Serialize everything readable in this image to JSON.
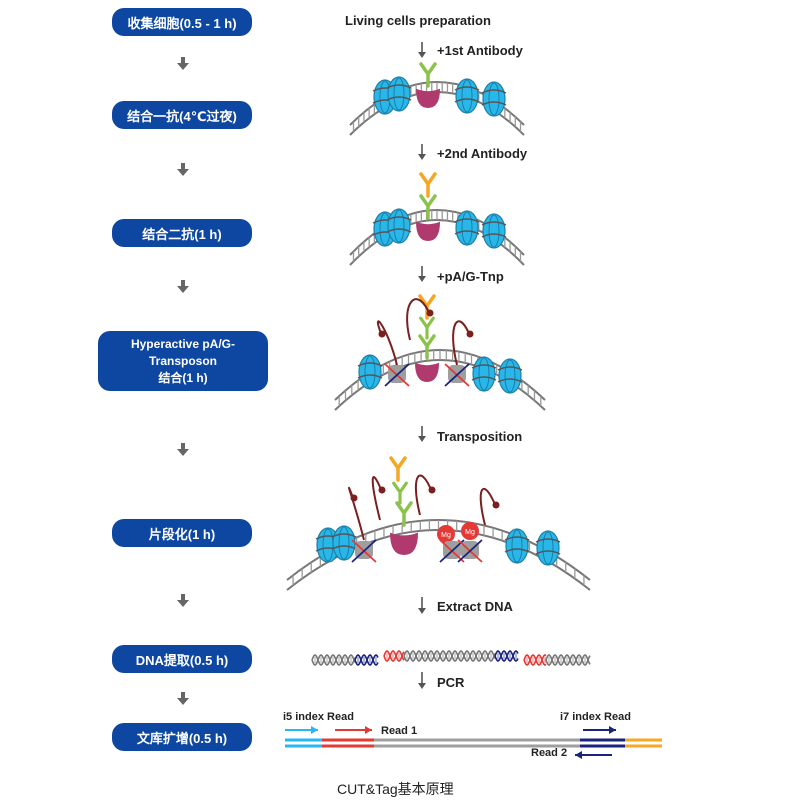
{
  "steps": [
    {
      "line1": "收集细胞(0.5 - 1 h)"
    },
    {
      "line1": "结合一抗(4℃过夜)"
    },
    {
      "line1": "结合二抗(1 h)"
    },
    {
      "line1": "Hyperactive pA/G-Transposon",
      "line2": "结合(1 h)"
    },
    {
      "line1": "片段化(1 h)"
    },
    {
      "line1": "DNA提取(0.5 h)"
    },
    {
      "line1": "文库扩增(0.5 h)"
    }
  ],
  "stage_labels": {
    "living": "Living cells preparation",
    "first_ab": "+1st  Antibody",
    "second_ab": "+2nd  Antibody",
    "pag": "+pA/G-Tnp",
    "transposition": "Transposition",
    "extract": "Extract DNA",
    "pcr": "PCR"
  },
  "library_labels": {
    "i5": "i5 index Read",
    "read1": "Read 1",
    "i7": "i7 index Read",
    "read2": "Read 2"
  },
  "mg_label": "Mg",
  "caption": "CUT&Tag基本原理",
  "colors": {
    "step_fill": "#0d47a1",
    "nucleosome": "#29b6e8",
    "protein": "#b03a6e",
    "antibody_green": "#8bc34a",
    "antibody_orange": "#f5a623",
    "transposase_gray": "#9e9e9e",
    "mg_red": "#e53935",
    "read_cyan": "#29b6f6",
    "read_red": "#e53935",
    "read_navy": "#1a237e",
    "read_orange": "#f9a825"
  }
}
